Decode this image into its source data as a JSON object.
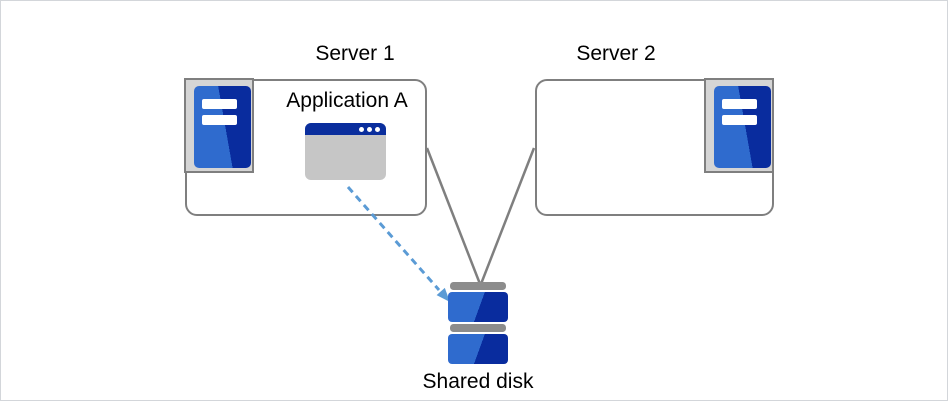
{
  "diagram": {
    "server1": {
      "label": "Server 1",
      "application_label": "Application A"
    },
    "server2": {
      "label": "Server 2"
    },
    "shared_disk": {
      "label": "Shared disk"
    },
    "connections": [
      {
        "from": "server1-box",
        "to": "shared-disk",
        "style": "solid-line"
      },
      {
        "from": "server2-box",
        "to": "shared-disk",
        "style": "solid-line"
      },
      {
        "from": "application-a-window",
        "to": "shared-disk",
        "style": "dashed-arrow"
      }
    ],
    "colors": {
      "box_border": "#7f7f7f",
      "connector_line": "#7f7f7f",
      "icon_background": "#d5d5d5",
      "icon_blue_light": "#2f6bce",
      "icon_blue_dark": "#092c9e",
      "window_titlebar": "#0a2e9d",
      "window_body": "#c6c6c6",
      "dashed_arrow": "#5b9bd5",
      "disk_bar_gray": "#8c8c8c",
      "text": "#000000",
      "canvas_border": "#d3d6da"
    }
  }
}
